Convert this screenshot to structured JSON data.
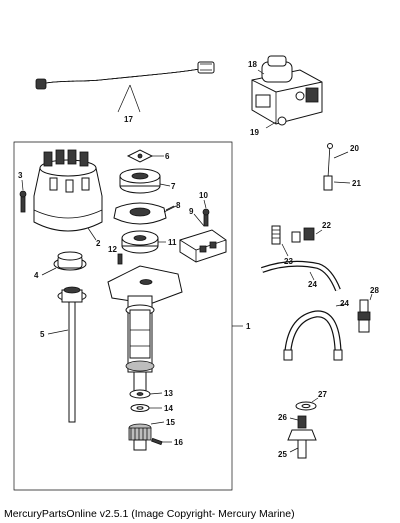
{
  "diagram": {
    "callouts": [
      "1",
      "2",
      "3",
      "4",
      "5",
      "6",
      "7",
      "8",
      "9",
      "10",
      "11",
      "12",
      "13",
      "14",
      "15",
      "16",
      "17",
      "18",
      "19",
      "20",
      "21",
      "22",
      "23",
      "24",
      "24",
      "25",
      "26",
      "27",
      "28"
    ]
  },
  "footer": {
    "caption": "MercuryPartsOnline v2.5.1 (Image Copyright- Mercury Marine)"
  }
}
